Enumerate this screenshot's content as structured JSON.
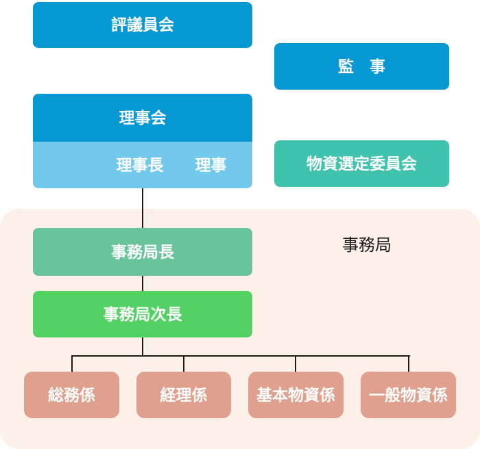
{
  "colors": {
    "blue": "#0598D2",
    "light_blue": "#72C9EB",
    "teal": "#3FC3AF",
    "green": "#6AC49B",
    "bright_green": "#54D163",
    "salmon": "#DFA18D",
    "panel_bg": "#FCF0E9",
    "line": "#1A1A1A",
    "box_text": "#FFFFFF",
    "section_label_text": "#1B1B1B"
  },
  "chart": {
    "council": "評議員会",
    "auditor": "監　事",
    "board": "理事会",
    "chair_directors": "理事長　　理事",
    "goods_committee": "物資選定委員会",
    "secretariat": {
      "label": "事務局",
      "head": "事務局長",
      "deputy_head": "事務局次長",
      "sections": [
        "総務係",
        "経理係",
        "基本物資係",
        "一般物資係"
      ]
    }
  }
}
